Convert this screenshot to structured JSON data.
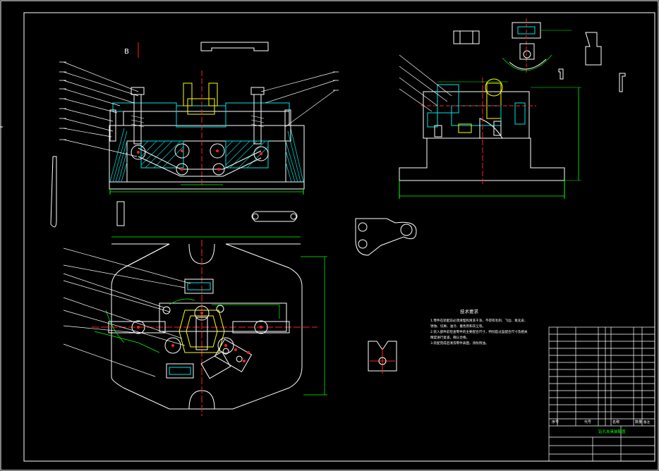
{
  "drawing": {
    "view_label": "B",
    "tech_req": {
      "title": "技术要求",
      "lines": [
        "1.零件在装配前必须清理和清洗干净，不得有毛刺、飞边、氧化皮、",
        "锈蚀、切屑、油污、着色剂和灰尘等。",
        "2.装入部件前检查零件的主要配合尺寸，特别是过盈配合尺寸及相关",
        "精度进行复查，确认合格。",
        "3.装配完成后清洗零件表面，涂防锈油。"
      ]
    },
    "title_block": {
      "drawing_title": "钻孔夹具装配图",
      "col_labels": [
        "序号",
        "代号",
        "名称",
        "数量",
        "备注"
      ]
    },
    "colors": {
      "frame": "#ffffff",
      "outline": "#ffffff",
      "section": "#00e5e5",
      "dimension": "#00ff00",
      "center": "#ff2020",
      "highlight": "#ffff00",
      "hatch": "#00d0d0"
    }
  }
}
